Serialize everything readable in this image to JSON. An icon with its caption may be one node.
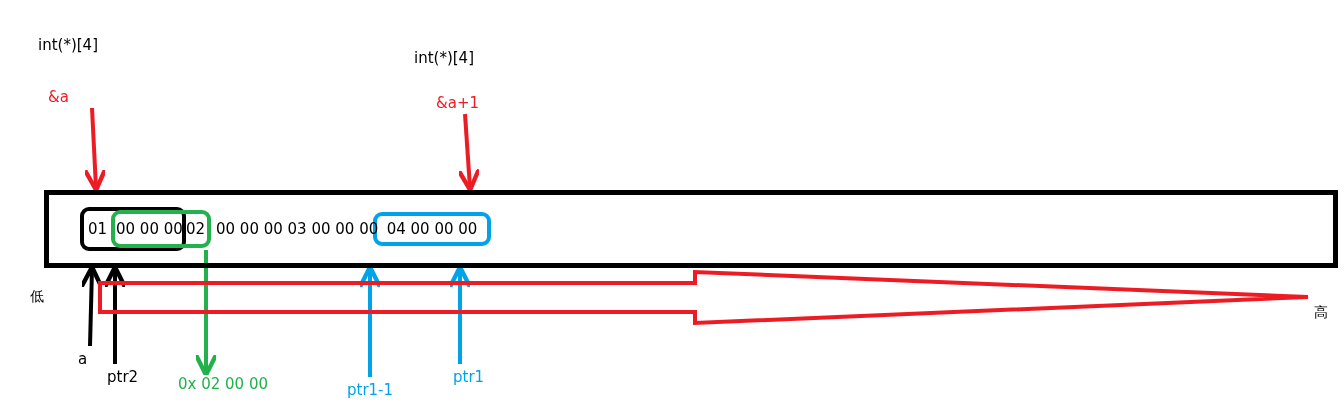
{
  "diagram": {
    "nodes": [
      {
        "text": [],
        "shape": "box"
      },
      {
        "text": [],
        "shape": "box",
        "in": 0
      },
      {
        "text": [],
        "shape": "box",
        "in": 0
      },
      {
        "text": [
          "04 00 00 00"
        ],
        "in": 0
      },
      {
        "text": [
          "&a"
        ]
      },
      {
        "text": [
          "&a+1"
        ]
      },
      {
        "text": [
          "a"
        ]
      },
      {
        "text": [
          "ptr2"
        ]
      },
      {
        "text": [
          "0x 02 00 00"
        ]
      },
      {
        "text": [
          "ptr1-1"
        ]
      },
      {
        "text": [
          "ptr1"
        ]
      },
      {
        "text": [
          "低"
        ]
      },
      {
        "text": [
          "高"
        ]
      }
    ],
    "edges": [
      {
        "from": 4,
        "to": 0,
        "arrow": "to",
        "color": "#ed1c24"
      },
      {
        "from": 5,
        "to": 0,
        "arrow": "to",
        "color": "#ed1c24"
      },
      {
        "from": 6,
        "to": 0,
        "arrow": "to",
        "color": "#000000"
      },
      {
        "from": 7,
        "to": 0,
        "arrow": "to",
        "color": "#000000"
      },
      {
        "from": 2,
        "to": 8,
        "arrow": "to",
        "color": "#22b14c"
      },
      {
        "from": 9,
        "to": 0,
        "arrow": "to",
        "color": "#00a2e8"
      },
      {
        "from": 10,
        "to": 0,
        "arrow": "to",
        "color": "#00a2e8"
      },
      {
        "from": 11,
        "to": 12,
        "arrow": "to",
        "style": "thick",
        "color": "#ed1c24"
      }
    ],
    "labels": [
      "int(*)[4]",
      "int(*)[4]",
      "01",
      "00 00 00",
      "02",
      "00 00 00 03 00 00 00"
    ]
  }
}
